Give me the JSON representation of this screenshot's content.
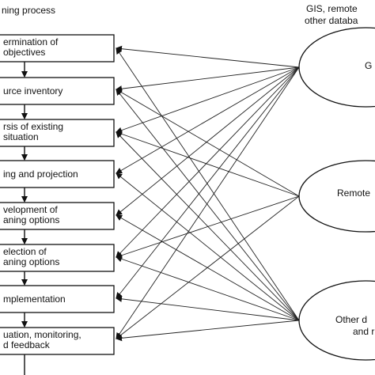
{
  "left_header": "ning process",
  "right_header_line1": "GIS, remote",
  "right_header_line2": "other databa",
  "steps": [
    {
      "lines": [
        "ermination of",
        "objectives"
      ]
    },
    {
      "lines": [
        "urce inventory"
      ]
    },
    {
      "lines": [
        "rsis of existing",
        "situation"
      ]
    },
    {
      "lines": [
        "ing and projection"
      ]
    },
    {
      "lines": [
        "velopment of",
        "aning options"
      ]
    },
    {
      "lines": [
        "election of",
        "aning options"
      ]
    },
    {
      "lines": [
        "mplementation"
      ]
    },
    {
      "lines": [
        "uation, monitoring,",
        "d feedback"
      ]
    }
  ],
  "sources": [
    {
      "lines": [
        "G"
      ]
    },
    {
      "lines": [
        "Remote"
      ]
    },
    {
      "lines": [
        "Other d",
        "and r"
      ]
    }
  ]
}
